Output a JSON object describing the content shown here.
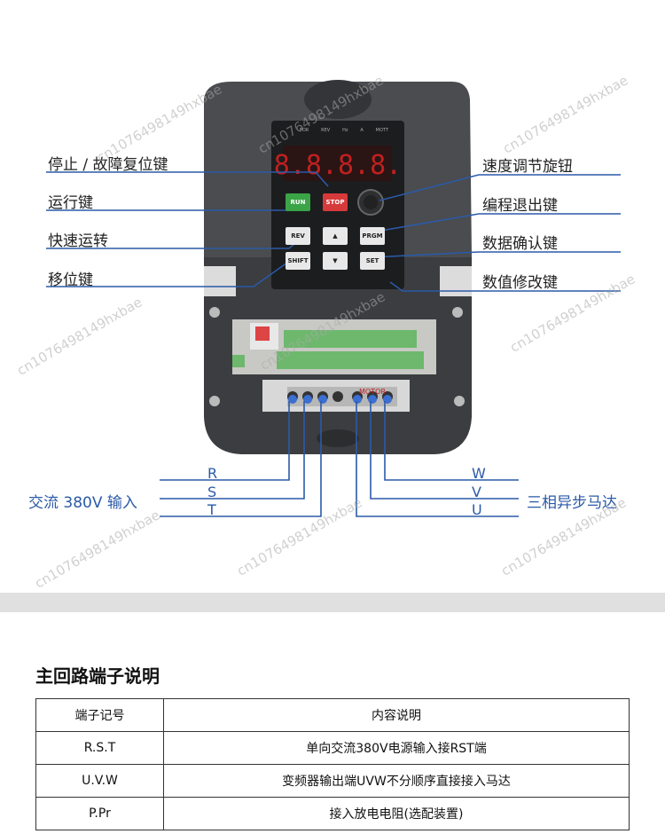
{
  "device": {
    "display_digits": "8.8.8.8.",
    "indicators": [
      "FOR",
      "REV",
      "Hz",
      "A",
      "MOTT"
    ],
    "keys": {
      "run": "RUN",
      "stop": "STOP",
      "rev": "REV",
      "prgm": "PRGM",
      "shift": "SHIFT",
      "set": "SET"
    },
    "motor_label": "MOTOR"
  },
  "left_labels": [
    "停止 / 故障复位键",
    "运行键",
    "快速运转",
    "移位键"
  ],
  "right_labels": [
    "速度调节旋钮",
    "编程退出键",
    "数据确认键",
    "数值修改键"
  ],
  "input": {
    "label": "交流 380V 输入",
    "phases": [
      "R",
      "S",
      "T"
    ]
  },
  "output": {
    "label": "三相异步马达",
    "phases": [
      "W",
      "V",
      "U"
    ]
  },
  "watermark": "cn1076498149hxbae",
  "colors": {
    "line": "#2b5aa8",
    "body": "#3e4042",
    "run": "#3aa447",
    "stop": "#d63a3a"
  },
  "section_title": "主回路端子说明",
  "table": {
    "headers": [
      "端子记号",
      "内容说明"
    ],
    "rows": [
      [
        "R.S.T",
        "单向交流380V电源输入接RST端"
      ],
      [
        "U.V.W",
        "变频器输出端UVW不分顺序直接接入马达"
      ],
      [
        "P.Pr",
        "接入放电电阻(选配装置)"
      ]
    ]
  }
}
